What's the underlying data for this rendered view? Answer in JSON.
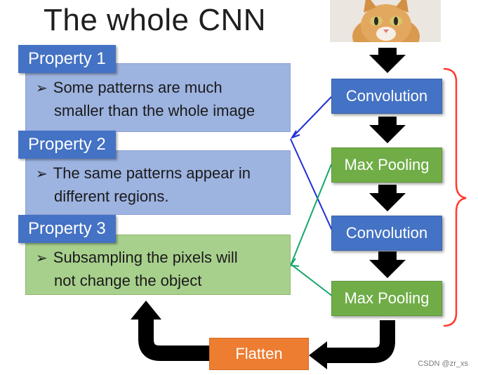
{
  "title": "The whole CNN",
  "properties": [
    {
      "tag": "Property 1",
      "text_lines": [
        "Some patterns are much",
        "smaller than the whole image"
      ]
    },
    {
      "tag": "Property 2",
      "text_lines": [
        "The same patterns appear in",
        "different regions."
      ]
    },
    {
      "tag": "Property 3",
      "text_lines": [
        "Subsampling the pixels will",
        "not change the object"
      ]
    }
  ],
  "bullet": "➢",
  "pipeline": [
    "Convolution",
    "Max Pooling",
    "Convolution",
    "Max Pooling"
  ],
  "flatten_label": "Flatten",
  "colors": {
    "blue": "#4472c4",
    "green": "#70ad47",
    "orange": "#ed7d31",
    "bracket": "#ff3b2f",
    "link_blue": "#1f2fd6",
    "link_green": "#17a66a"
  },
  "watermark": "CSDN @zr_xs"
}
